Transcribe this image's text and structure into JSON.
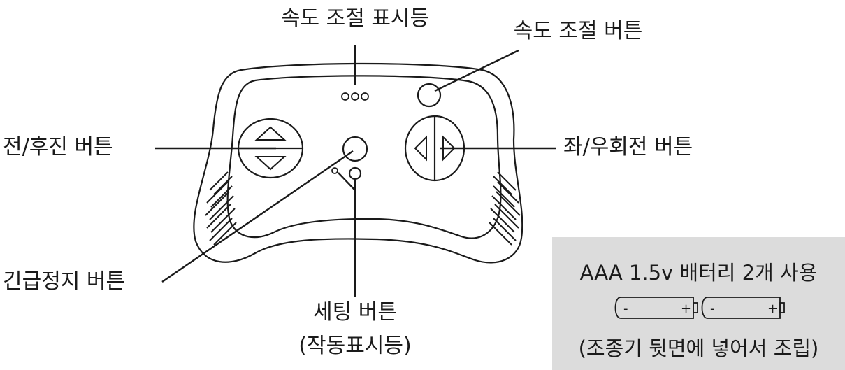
{
  "labels": {
    "speed_indicator": "속도 조절 표시등",
    "speed_button": "속도 조절 버튼",
    "forward_backward": "전/후진 버튼",
    "left_right": "좌/우회전 버튼",
    "emergency_stop": "긴급정지 버튼",
    "setting_button": "세팅 버튼",
    "setting_sub": "(작동표시등)"
  },
  "battery": {
    "line1": "AAA 1.5v 배터리 2개 사용",
    "minus": "-",
    "plus": "+",
    "line3": "(조종기 뒷면에 넣어서 조립)"
  },
  "colors": {
    "stroke": "#1a1a1a",
    "box": "#dcdcdc"
  }
}
